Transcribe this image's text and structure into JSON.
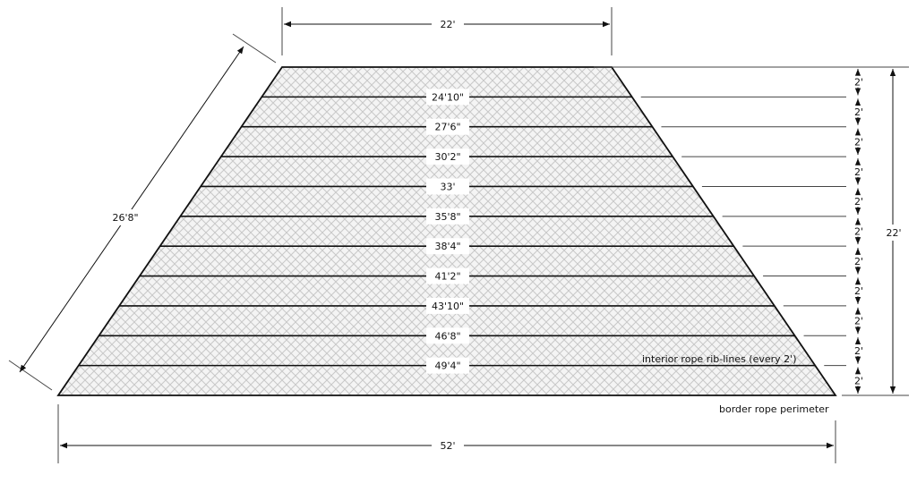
{
  "top_width": "22'",
  "bottom_width": "52'",
  "slant_length": "26'8\"",
  "total_height": "22'",
  "rib_spacing_label": "2'",
  "rib_lengths": [
    "24'10\"",
    "27'6\"",
    "30'2\"",
    "33'",
    "35'8\"",
    "38'4\"",
    "41'2\"",
    "43'10\"",
    "46'8\"",
    "49'4\""
  ],
  "annotations": {
    "interior": "interior rope rib-lines (every 2')",
    "border": "border rope perimeter"
  },
  "colors": {
    "line": "#111111",
    "mesh": "#c8c8c8",
    "fill": "#f4f4f4"
  }
}
